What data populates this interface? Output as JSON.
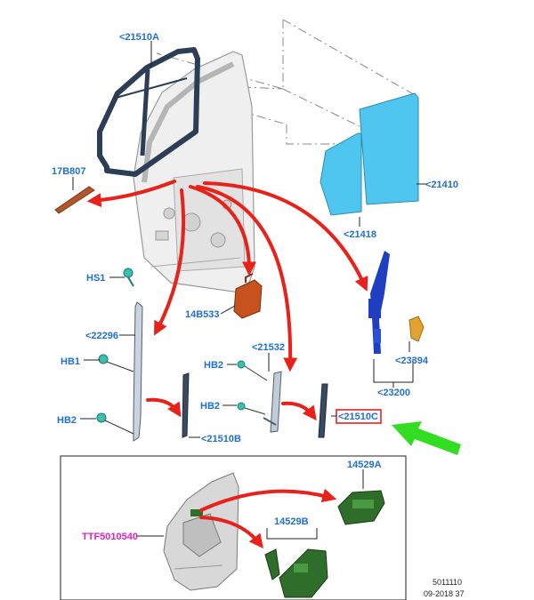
{
  "callouts": {
    "c21510A": "<21510A",
    "c17B807": "17B807",
    "c21410": "<21410",
    "c21418": "<21418",
    "cHS1": "HS1",
    "c14B533": "14B533",
    "c22296": "<22296",
    "cHB1": "HB1",
    "c21532": "<21532",
    "cHB2a": "HB2",
    "cHB2b": "HB2",
    "cHB2c": "HB2",
    "c23394": "<23394",
    "c23200": "<23200",
    "c21510C": "<21510C",
    "c21510B": "<21510B",
    "c14529A": "14529A",
    "c14529B": "14529B",
    "cTTF": "TTF5010540"
  },
  "footer": {
    "code": "5011110",
    "date": "09-2018 37"
  },
  "colors": {
    "label_blue": "#1f6fd6",
    "label_magenta": "#e020c0",
    "arrow_red": "#e8221b",
    "arrow_green": "#33dd22",
    "glass": "#4fc6f0",
    "regulator_blue": "#1f3fc0",
    "switch_green": "#2f6e2a",
    "clip_teal": "#3bbfb0",
    "highlight_box": "#e8221b"
  }
}
